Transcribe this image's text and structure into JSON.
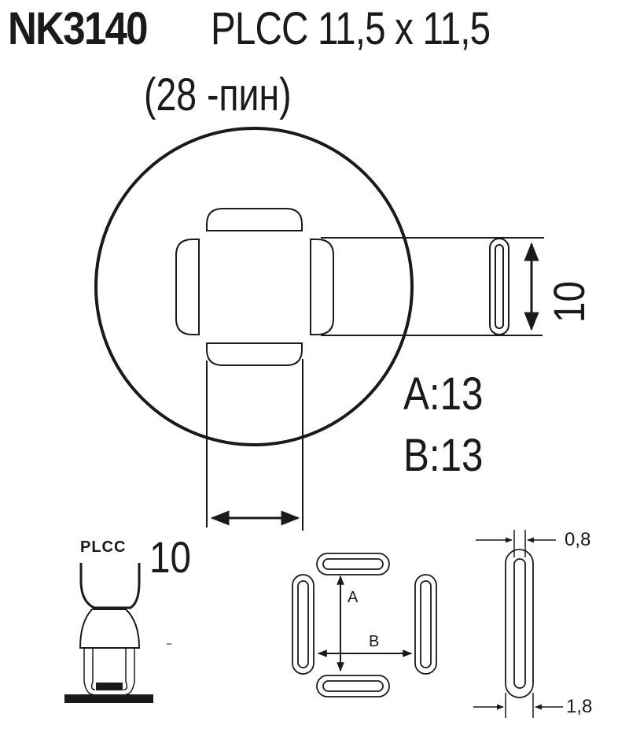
{
  "title": {
    "model": "NK3140",
    "spec": "PLCC 11,5 x 11,5",
    "pins": "(28 -пин)"
  },
  "main_view": {
    "vertical_dimension": "10",
    "horizontal_dimension": "10",
    "a_value": "A:13",
    "b_value": "B:13"
  },
  "side_view": {
    "label": "PLCC"
  },
  "slot_layout": {
    "a_label": "A",
    "b_label": "B"
  },
  "slot_detail": {
    "inner_width": "0,8",
    "outer_width": "1,8"
  },
  "colors": {
    "line": "#1a1a1a",
    "background": "#ffffff"
  }
}
